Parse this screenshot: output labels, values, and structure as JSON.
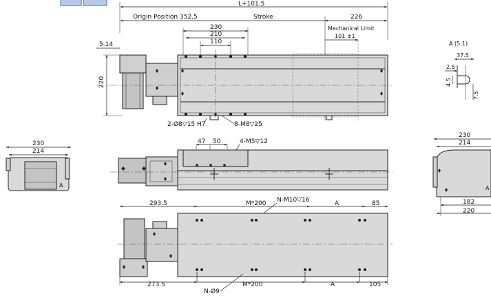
{
  "top_view": {
    "overall": "L+101.5",
    "origin_position": "Origin Position 352.5",
    "stroke": "Stroke",
    "right_offset": "226",
    "mechanical_limit": "Mechanical Limit",
    "mechanical_limit_value": "101 ±1",
    "d230": "230",
    "d210": "210",
    "d110": "110",
    "d5_14": "5.14",
    "height": "220",
    "pin_callout": "2-Ø8▽15 H7",
    "tap_callout": "8-M8▽25"
  },
  "detail_a": {
    "title": "A (5:1)",
    "d37_5": "37.5",
    "d2_5": "2.5",
    "d4_5": "4.5",
    "d7_5": "7.5"
  },
  "left_end_view": {
    "d230": "230",
    "d214": "214",
    "marker": "A"
  },
  "right_end_view": {
    "d230": "230",
    "d214": "214",
    "d182": "182",
    "d220": "220",
    "marker": "A"
  },
  "middle_view": {
    "d47": "47",
    "d50": "50",
    "tap_callout": "4-M5▽12"
  },
  "bottom_view": {
    "top_left": "293.5",
    "top_pitch": "M*200",
    "top_taps": "N-M10▽16",
    "top_a": "A",
    "top_right": "85",
    "bot_left": "273.5",
    "bot_pitch": "M*200",
    "bot_a": "A",
    "bot_right": "105",
    "bot_holes": "N-Ø9"
  }
}
